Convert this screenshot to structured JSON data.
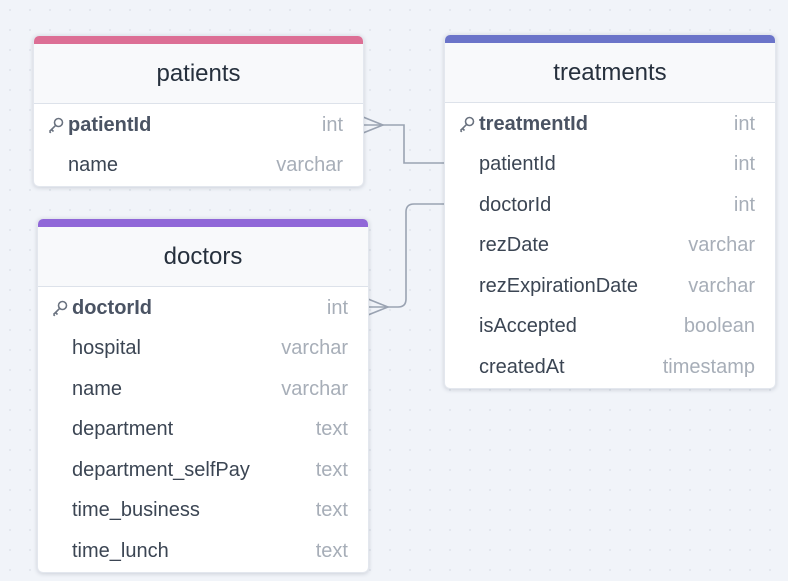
{
  "colors": {
    "patients_bar": "#dc6f95",
    "doctors_bar": "#9067d8",
    "treatments_bar": "#6b74c9",
    "line": "#9aa3b2"
  },
  "tables": {
    "patients": {
      "title": "patients",
      "columns": [
        {
          "name": "patientId",
          "type": "int",
          "pk": true
        },
        {
          "name": "name",
          "type": "varchar",
          "pk": false
        }
      ]
    },
    "doctors": {
      "title": "doctors",
      "columns": [
        {
          "name": "doctorId",
          "type": "int",
          "pk": true
        },
        {
          "name": "hospital",
          "type": "varchar",
          "pk": false
        },
        {
          "name": "name",
          "type": "varchar",
          "pk": false
        },
        {
          "name": "department",
          "type": "text",
          "pk": false
        },
        {
          "name": "department_selfPay",
          "type": "text",
          "pk": false
        },
        {
          "name": "time_business",
          "type": "text",
          "pk": false
        },
        {
          "name": "time_lunch",
          "type": "text",
          "pk": false
        }
      ]
    },
    "treatments": {
      "title": "treatments",
      "columns": [
        {
          "name": "treatmentId",
          "type": "int",
          "pk": true
        },
        {
          "name": "patientId",
          "type": "int",
          "pk": false
        },
        {
          "name": "doctorId",
          "type": "int",
          "pk": false
        },
        {
          "name": "rezDate",
          "type": "varchar",
          "pk": false
        },
        {
          "name": "rezExpirationDate",
          "type": "varchar",
          "pk": false
        },
        {
          "name": "isAccepted",
          "type": "boolean",
          "pk": false
        },
        {
          "name": "createdAt",
          "type": "timestamp",
          "pk": false
        }
      ]
    }
  },
  "relations": [
    {
      "from": "patients.patientId",
      "to": "treatments.patientId",
      "cardinality": "many-to-one"
    },
    {
      "from": "doctors.doctorId",
      "to": "treatments.doctorId",
      "cardinality": "many-to-one"
    }
  ]
}
